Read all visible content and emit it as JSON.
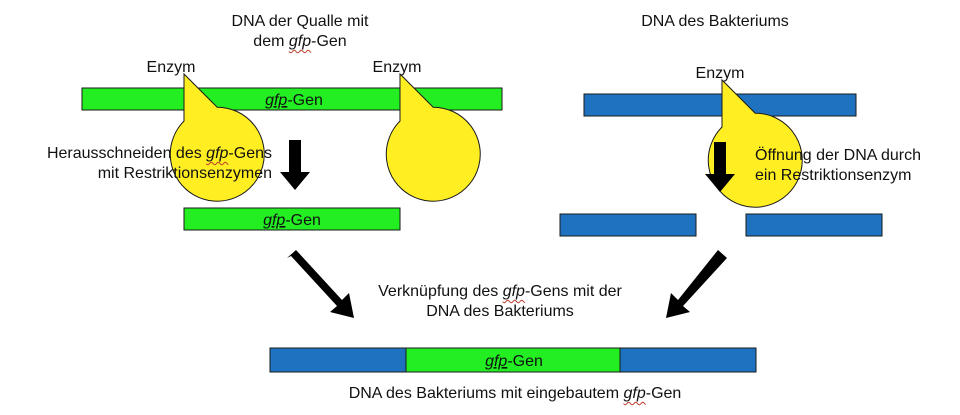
{
  "colors": {
    "green": "#22ee22",
    "blue": "#1f72c0",
    "yellow": "#ffee22",
    "outline": "#1a1a1a",
    "arrow": "#000000"
  },
  "titles": {
    "jelly_line1": "DNA der Qualle mit",
    "jelly_line2_pre": "dem ",
    "jelly_line2_gene": "gfp",
    "jelly_line2_post": "-Gen",
    "bacterium": "DNA des Bakteriums"
  },
  "enzyme_label": "Enzym",
  "gene_label": {
    "gene": "gfp",
    "suffix": "-Gen"
  },
  "steps": {
    "cut_line1_pre": "Herausschneiden des ",
    "cut_line1_gene": "gfp",
    "cut_line1_post": "-Gens",
    "cut_line2": "mit Restriktionsenzymen",
    "open_line1": "Öffnung der DNA durch",
    "open_line2": "ein Restriktionsenzym",
    "join_line1_pre": "Verknüpfung des ",
    "join_line1_gene": "gfp",
    "join_line1_post": "-Gens mit der",
    "join_line2": "DNA des Bakteriums"
  },
  "result": {
    "pre": "DNA des Bakteriums mit eingebautem ",
    "gene": "gfp",
    "post": "-Gen"
  }
}
